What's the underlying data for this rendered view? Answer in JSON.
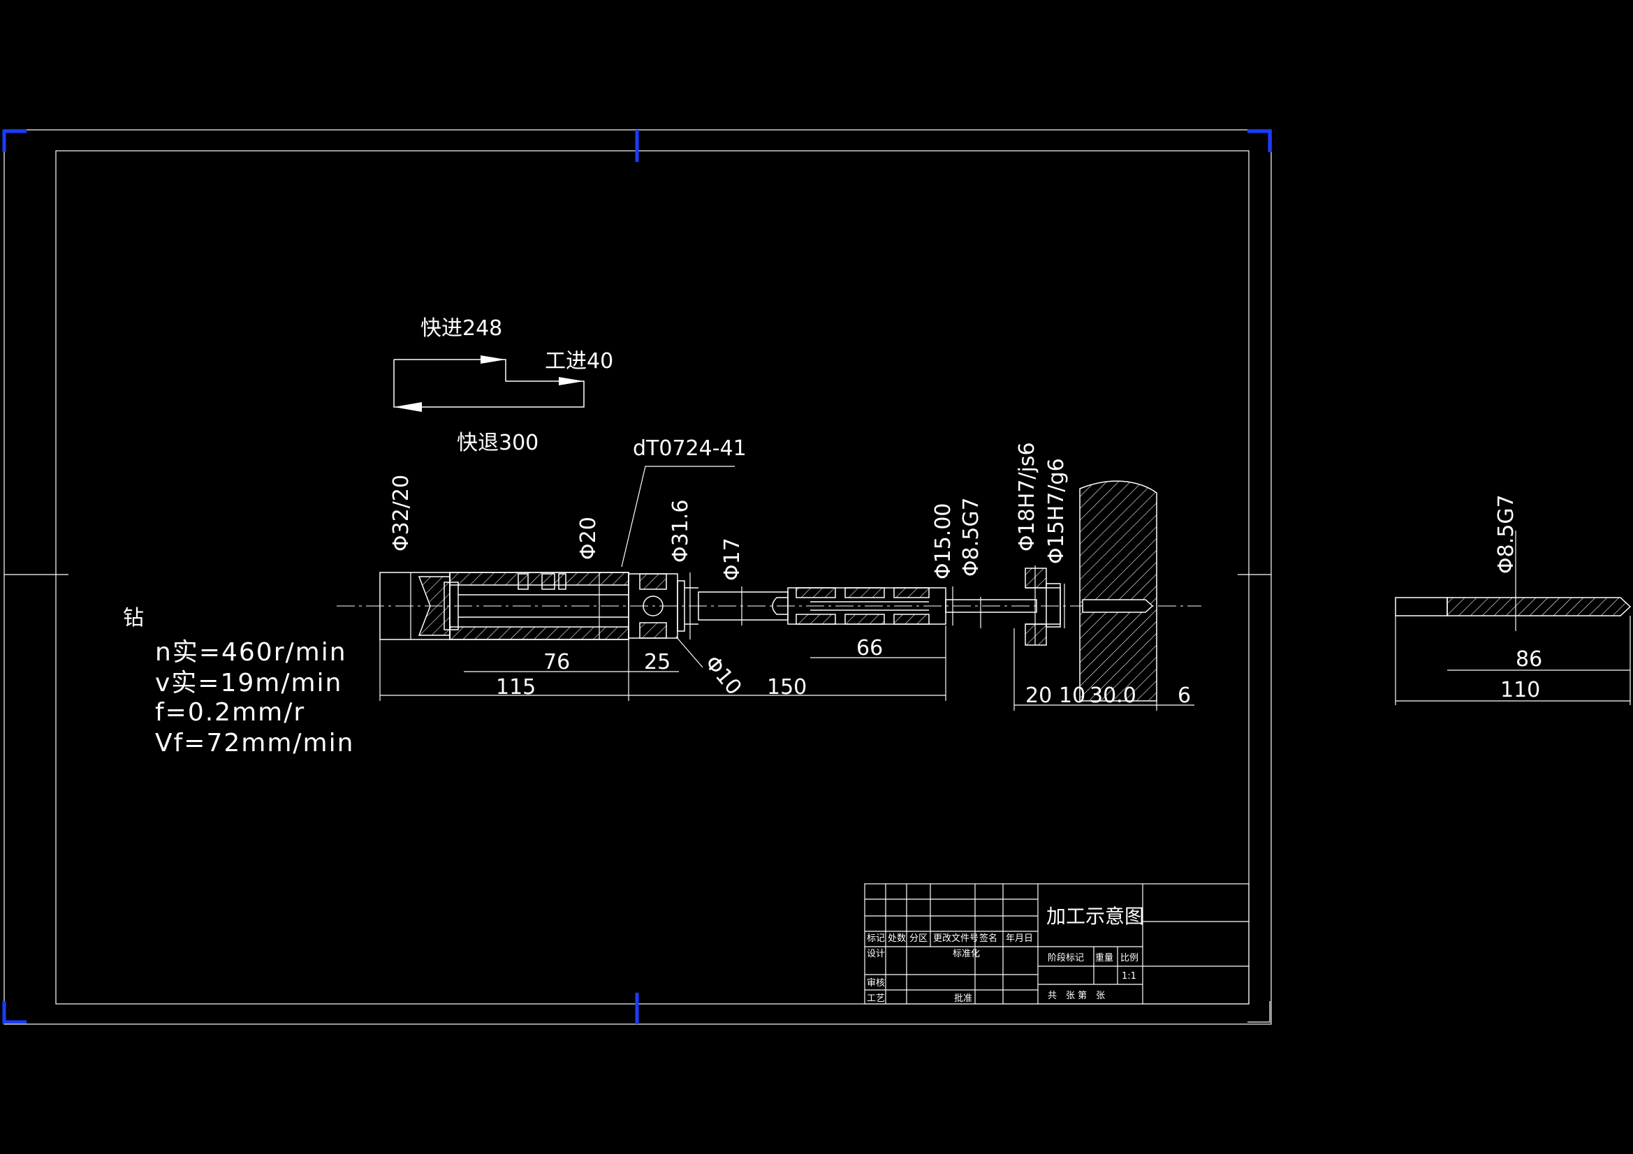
{
  "motion": {
    "rapid_advance": "快进248",
    "work_feed": "工进40",
    "rapid_return": "快退300"
  },
  "process": {
    "operation": "钻",
    "spindle_speed": "n实=460r/min",
    "cutting_speed": "v实=19m/min",
    "feed": "f=0.2mm/r",
    "feed_rate": "Vf=72mm/min"
  },
  "part_ref": "dT0724-41",
  "dimensions": {
    "d_32_20": "Φ32/20",
    "d_20": "Φ20",
    "d_31_6": "Φ31.6",
    "d_17": "Φ17",
    "d_15": "Φ15.00",
    "d_8_5": "Φ8.5G7",
    "d_18": "Φ18H7/js6",
    "d_15b": "Φ15H7/g6",
    "d_10": "Φ10",
    "len_76": "76",
    "len_25": "25",
    "len_115": "115",
    "len_150": "150",
    "len_66": "66",
    "len_20": "20",
    "len_10": "10",
    "len_30": "30.0",
    "len_6": "6",
    "drill_d": "Φ8.5G7",
    "drill_86": "86",
    "drill_110": "110"
  },
  "title_block": {
    "title": "加工示意图",
    "row_headers": [
      "标记",
      "处数",
      "分区",
      "更改文件号",
      "签名",
      "年月日"
    ],
    "design": "设计",
    "standardize": "标准化",
    "review": "审核",
    "process": "工艺",
    "approve": "批准",
    "stage_mark": "阶段标记",
    "weight": "重量",
    "scale_label": "比例",
    "scale": "1:1",
    "sheets": "共　张 第　张"
  },
  "colors": {
    "background": "#000000",
    "lines": "#ffffff",
    "corner_marks": "#1a3cff"
  }
}
